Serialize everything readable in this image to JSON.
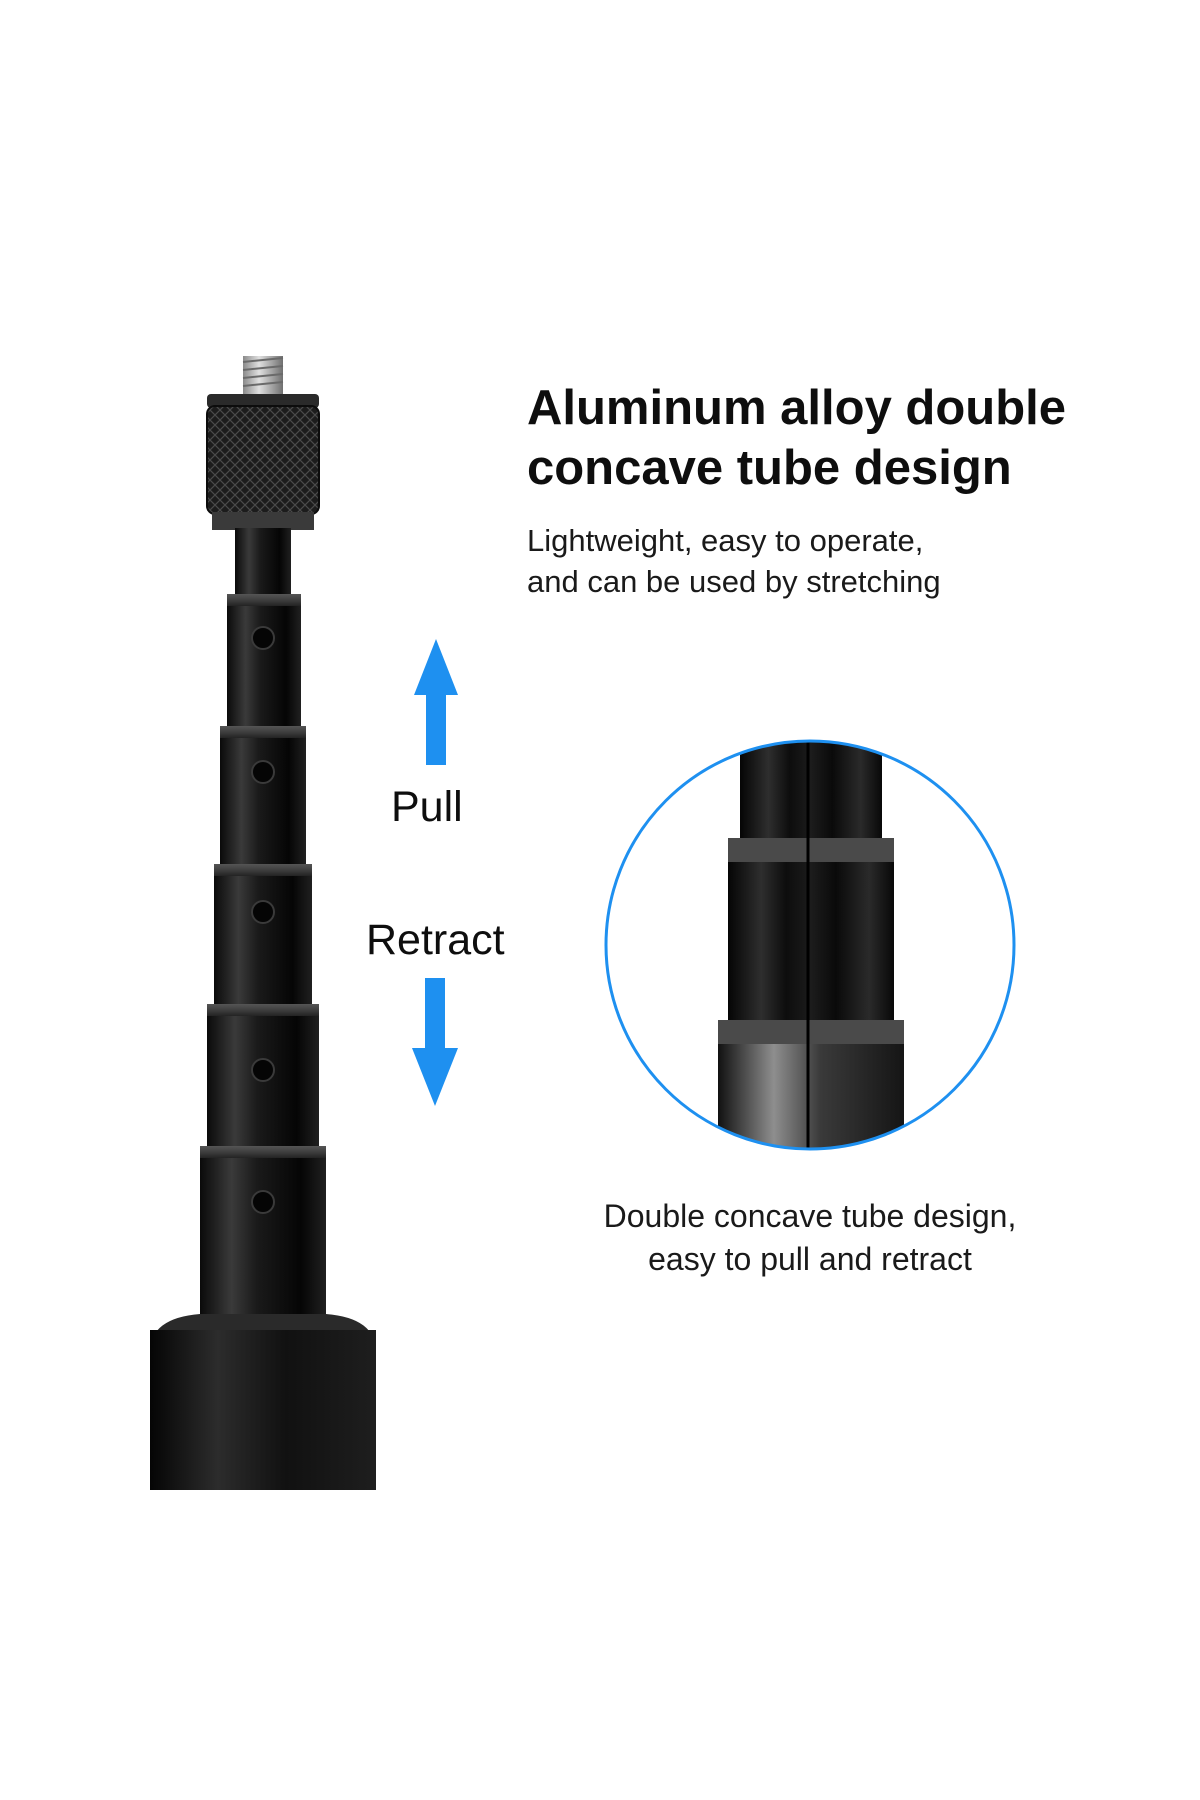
{
  "headline": {
    "line1": "Aluminum alloy double",
    "line2": "concave tube design"
  },
  "subtext": {
    "line1": "Lightweight, easy to operate,",
    "line2": "and can be used by stretching"
  },
  "labels": {
    "pull": "Pull",
    "retract": "Retract"
  },
  "caption": {
    "line1": "Double concave tube design,",
    "line2": "easy to pull and retract"
  },
  "icons": {
    "pull": "arrow-up-icon",
    "retract": "arrow-down-icon"
  },
  "colors": {
    "arrow": "#1e90f0",
    "circle_border": "#1e90f0",
    "pole": "#141414"
  }
}
